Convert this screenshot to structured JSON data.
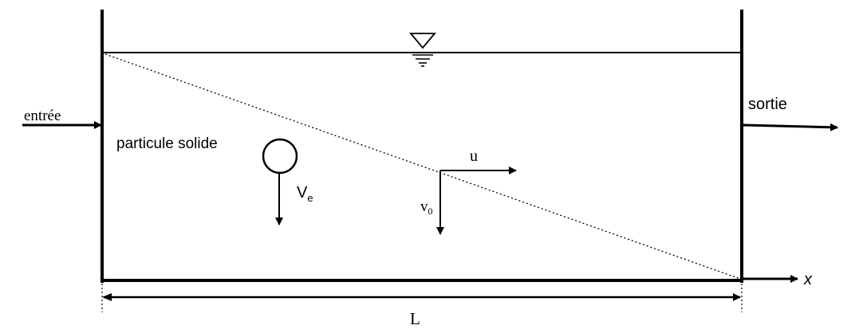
{
  "labels": {
    "inlet": "entrée",
    "outlet": "sortie",
    "particle": "particule solide",
    "settling_velocity_base": "V",
    "settling_velocity_sub": "e",
    "horizontal_velocity": "u",
    "vertical_velocity_base": "v",
    "vertical_velocity_sub": "0",
    "x_axis": "x",
    "length": "L"
  },
  "symbols": {
    "water_surface": "water-level-symbol"
  },
  "colors": {
    "stroke": "#000000",
    "background": "#ffffff"
  }
}
